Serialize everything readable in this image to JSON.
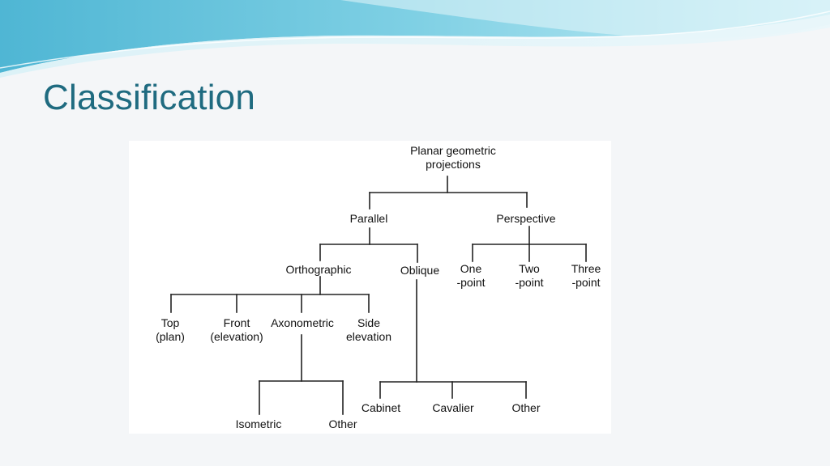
{
  "slide": {
    "title": "Classification",
    "colors": {
      "title": "#1f6b80",
      "background": "#f4f6f8",
      "wave_dark": "#5ec3dc",
      "wave_light": "#b9e4ef"
    }
  },
  "diagram": {
    "root": {
      "line1": "Planar geometric",
      "line2": "projections"
    },
    "parallel": "Parallel",
    "perspective": "Perspective",
    "orthographic": "Orthographic",
    "oblique": "Oblique",
    "one_point": {
      "line1": "One",
      "line2": "-point"
    },
    "two_point": {
      "line1": "Two",
      "line2": "-point"
    },
    "three_point": {
      "line1": "Three",
      "line2": "-point"
    },
    "top": {
      "line1": "Top",
      "line2": "(plan)"
    },
    "front": {
      "line1": "Front",
      "line2": "(elevation)"
    },
    "axonometric": "Axonometric",
    "side": {
      "line1": "Side",
      "line2": "elevation"
    },
    "isometric": "Isometric",
    "axonometric_other": "Other",
    "cabinet": "Cabinet",
    "cavalier": "Cavalier",
    "oblique_other": "Other"
  }
}
